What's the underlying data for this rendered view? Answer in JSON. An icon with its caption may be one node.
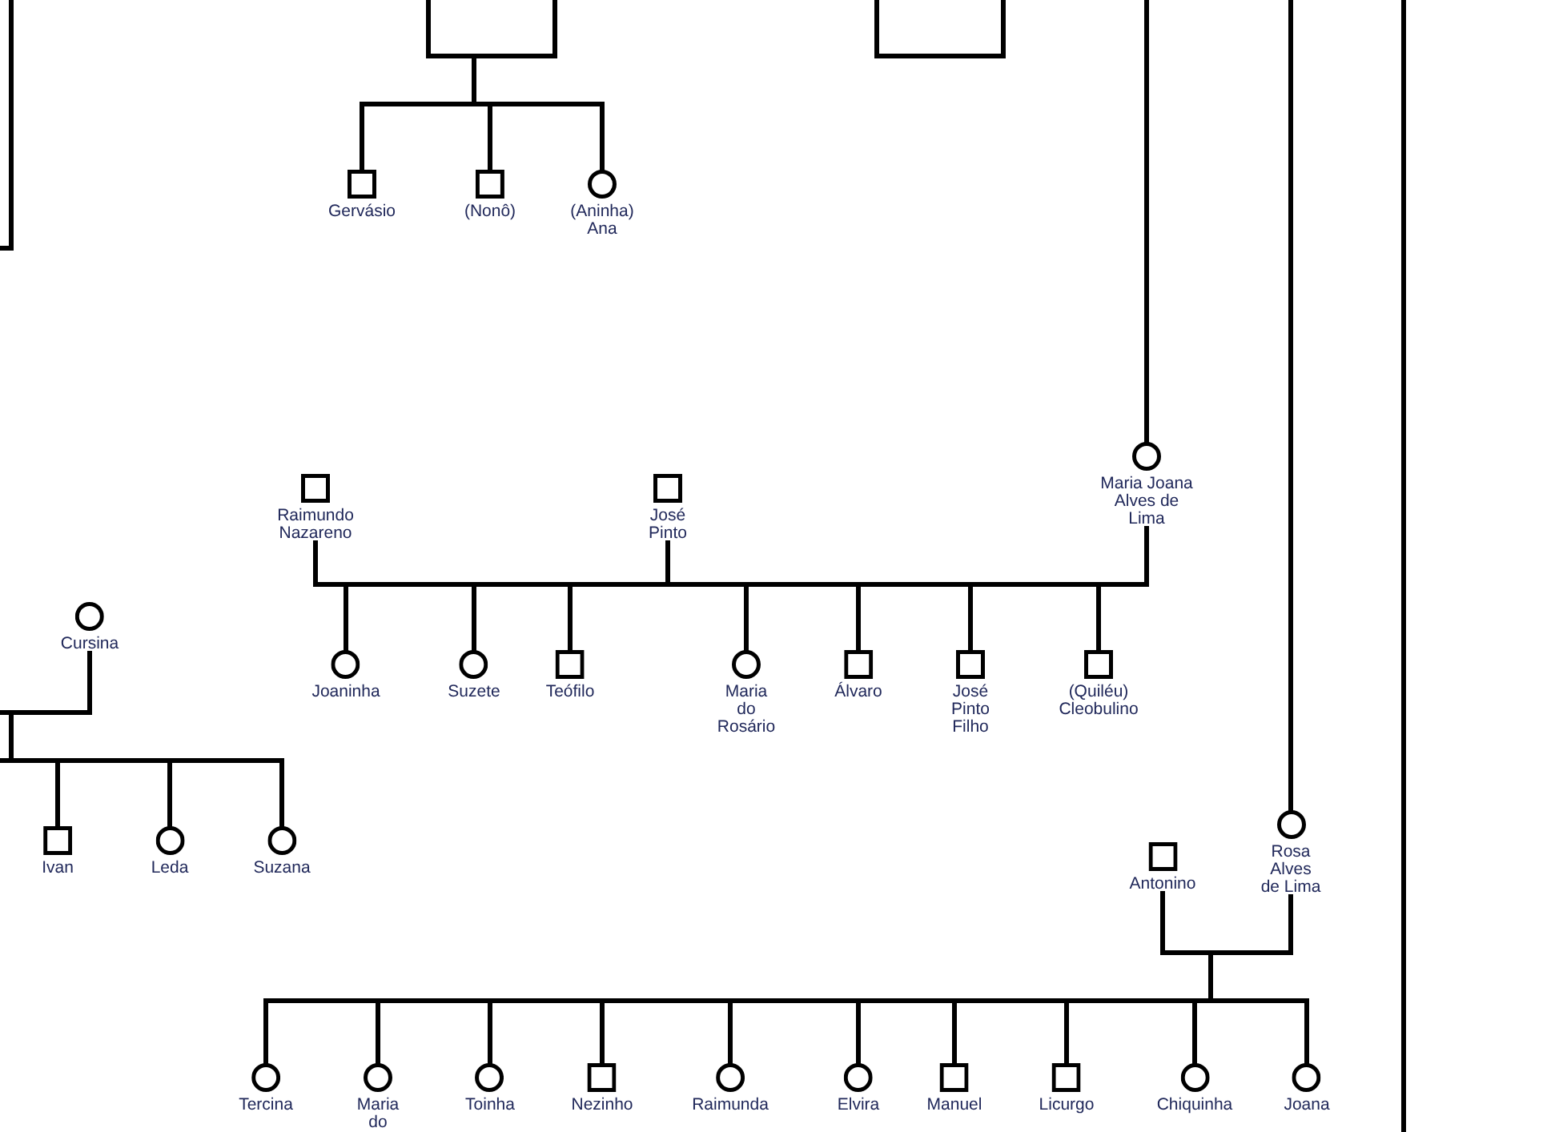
{
  "diagram": {
    "nodes": [
      {
        "text": [],
        "shape": "box",
        "beside": [
          "Gervásio"
        ]
      },
      {
        "text": [],
        "shape": "box",
        "beside": [
          "(Nonô)"
        ]
      },
      {
        "text": [],
        "shape": "circle",
        "beside": [
          "(Aninha) Ana"
        ]
      },
      {
        "text": [],
        "shape": "circle",
        "beside": [
          "Maria Joana Alves de Lima"
        ]
      },
      {
        "text": [],
        "shape": "box",
        "beside": [
          "Raimundo Nazareno"
        ]
      },
      {
        "text": [],
        "shape": "box",
        "beside": [
          "José Pinto"
        ]
      },
      {
        "text": [],
        "shape": "circle",
        "beside": [
          "Cursina"
        ]
      },
      {
        "text": [],
        "shape": "circle",
        "beside": [
          "Joaninha"
        ]
      },
      {
        "text": [],
        "shape": "circle",
        "beside": [
          "Suzete"
        ]
      },
      {
        "text": [],
        "shape": "box",
        "beside": [
          "Teófilo"
        ]
      },
      {
        "text": [],
        "shape": "circle",
        "beside": [
          "Maria do Rosário"
        ]
      },
      {
        "text": [],
        "shape": "box",
        "beside": [
          "Álvaro"
        ]
      },
      {
        "text": [],
        "shape": "box",
        "beside": [
          "José Pinto Filho"
        ]
      },
      {
        "text": [],
        "shape": "box",
        "beside": [
          "(Quiléu) Cleobulino"
        ]
      },
      {
        "text": [],
        "shape": "circle",
        "beside": [
          "Rosa Alves de Lima"
        ]
      },
      {
        "text": [],
        "shape": "box",
        "beside": [
          "Ivan"
        ]
      },
      {
        "text": [],
        "shape": "circle",
        "beside": [
          "Leda"
        ]
      },
      {
        "text": [],
        "shape": "circle",
        "beside": [
          "Suzana"
        ]
      },
      {
        "text": [],
        "shape": "box",
        "beside": [
          "Antonino"
        ]
      },
      {
        "text": [],
        "shape": "circle",
        "beside": [
          "Tercina"
        ]
      },
      {
        "text": [],
        "shape": "circle",
        "beside": [
          "Maria do"
        ]
      },
      {
        "text": [],
        "shape": "circle",
        "beside": [
          "Toinha"
        ]
      },
      {
        "text": [],
        "shape": "box",
        "beside": [
          "Nezinho"
        ]
      },
      {
        "text": [],
        "shape": "circle",
        "beside": [
          "Raimunda"
        ]
      },
      {
        "text": [],
        "shape": "circle",
        "beside": [
          "Elvira"
        ]
      },
      {
        "text": [],
        "shape": "box",
        "beside": [
          "Manuel"
        ]
      },
      {
        "text": [],
        "shape": "box",
        "beside": [
          "Licurgo"
        ]
      },
      {
        "text": [],
        "shape": "circle",
        "beside": [
          "Chiquinha"
        ]
      },
      {
        "text": [],
        "shape": "circle",
        "beside": [
          "Joana"
        ]
      }
    ],
    "edges": [
      {
        "from": null,
        "to": 0,
        "arrow": "none"
      },
      {
        "from": null,
        "to": 1,
        "arrow": "none"
      },
      {
        "from": null,
        "to": 2,
        "arrow": "none"
      },
      {
        "from": null,
        "to": 3,
        "arrow": "none"
      },
      {
        "from": null,
        "to": 14,
        "arrow": "none"
      },
      {
        "from": 4,
        "to": 7,
        "arrow": "none"
      },
      {
        "from": 4,
        "to": 8,
        "arrow": "none"
      },
      {
        "from": 4,
        "to": 9,
        "arrow": "none"
      },
      {
        "from": 4,
        "to": 10,
        "arrow": "none"
      },
      {
        "from": 4,
        "to": 11,
        "arrow": "none"
      },
      {
        "from": 4,
        "to": 12,
        "arrow": "none"
      },
      {
        "from": 4,
        "to": 13,
        "arrow": "none"
      },
      {
        "from": 5,
        "to": 7,
        "arrow": "none"
      },
      {
        "from": 5,
        "to": 8,
        "arrow": "none"
      },
      {
        "from": 5,
        "to": 9,
        "arrow": "none"
      },
      {
        "from": 5,
        "to": 10,
        "arrow": "none"
      },
      {
        "from": 5,
        "to": 11,
        "arrow": "none"
      },
      {
        "from": 5,
        "to": 12,
        "arrow": "none"
      },
      {
        "from": 5,
        "to": 13,
        "arrow": "none"
      },
      {
        "from": 3,
        "to": 7,
        "arrow": "none"
      },
      {
        "from": 3,
        "to": 8,
        "arrow": "none"
      },
      {
        "from": 3,
        "to": 9,
        "arrow": "none"
      },
      {
        "from": 3,
        "to": 10,
        "arrow": "none"
      },
      {
        "from": 3,
        "to": 11,
        "arrow": "none"
      },
      {
        "from": 3,
        "to": 12,
        "arrow": "none"
      },
      {
        "from": 3,
        "to": 13,
        "arrow": "none"
      },
      {
        "from": 6,
        "to": 15,
        "arrow": "none"
      },
      {
        "from": 6,
        "to": 16,
        "arrow": "none"
      },
      {
        "from": 6,
        "to": 17,
        "arrow": "none"
      },
      {
        "from": 18,
        "to": 19,
        "arrow": "none"
      },
      {
        "from": 18,
        "to": 20,
        "arrow": "none"
      },
      {
        "from": 18,
        "to": 21,
        "arrow": "none"
      },
      {
        "from": 18,
        "to": 22,
        "arrow": "none"
      },
      {
        "from": 18,
        "to": 23,
        "arrow": "none"
      },
      {
        "from": 18,
        "to": 24,
        "arrow": "none"
      },
      {
        "from": 18,
        "to": 25,
        "arrow": "none"
      },
      {
        "from": 18,
        "to": 26,
        "arrow": "none"
      },
      {
        "from": 18,
        "to": 27,
        "arrow": "none"
      },
      {
        "from": 18,
        "to": 28,
        "arrow": "none"
      },
      {
        "from": 14,
        "to": 19,
        "arrow": "none"
      },
      {
        "from": 14,
        "to": 20,
        "arrow": "none"
      },
      {
        "from": 14,
        "to": 21,
        "arrow": "none"
      },
      {
        "from": 14,
        "to": 22,
        "arrow": "none"
      },
      {
        "from": 14,
        "to": 23,
        "arrow": "none"
      },
      {
        "from": 14,
        "to": 24,
        "arrow": "none"
      },
      {
        "from": 14,
        "to": 25,
        "arrow": "none"
      },
      {
        "from": 14,
        "to": 26,
        "arrow": "none"
      },
      {
        "from": 14,
        "to": 27,
        "arrow": "none"
      },
      {
        "from": 14,
        "to": 28,
        "arrow": "none"
      }
    ]
  }
}
